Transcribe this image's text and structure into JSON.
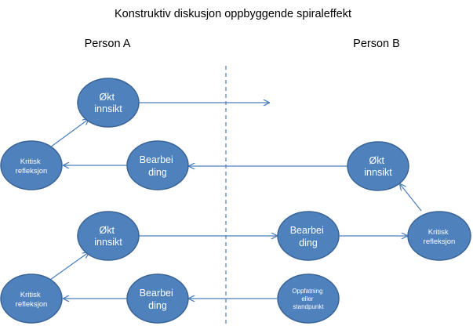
{
  "title": "Konstruktiv diskusjon oppbyggende spiraleffekt",
  "headers": {
    "person_a": "Person A",
    "person_b": "Person B"
  },
  "colors": {
    "node_fill": "#4f81bd",
    "node_stroke": "#3a6496",
    "edge": "#4a7ebb",
    "text": "#ffffff"
  },
  "nodes": {
    "a_okt_top": {
      "lines": [
        "Økt",
        "innsikt"
      ]
    },
    "a_kritisk_top": {
      "lines": [
        "Kritisk",
        "refleksjon"
      ]
    },
    "a_bearb_top": {
      "lines": [
        "Bearbei",
        "ding"
      ]
    },
    "b_okt": {
      "lines": [
        "Økt",
        "innsikt"
      ]
    },
    "a_okt_bot": {
      "lines": [
        "Økt",
        "innsikt"
      ]
    },
    "b_bearb": {
      "lines": [
        "Bearbei",
        "ding"
      ]
    },
    "b_kritisk": {
      "lines": [
        "Kritisk",
        "refleksjon"
      ]
    },
    "a_kritisk_bot": {
      "lines": [
        "Kritisk",
        "refleksjon"
      ]
    },
    "a_bearb_bot": {
      "lines": [
        "Bearbei",
        "ding"
      ]
    },
    "b_oppfatning": {
      "lines": [
        "Oppfatning",
        "eller",
        "standpunkt"
      ]
    }
  }
}
